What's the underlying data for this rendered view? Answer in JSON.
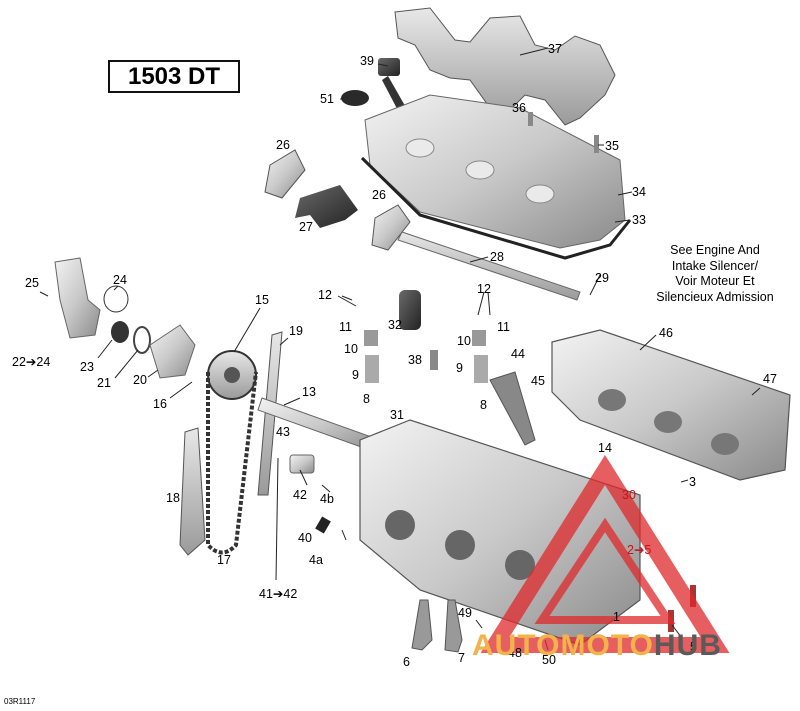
{
  "model": "1503 DT",
  "note": [
    "See Engine And",
    "Intake Silencer/",
    "Voir Moteur Et",
    "Silencieux Admission"
  ],
  "code": "03R1117",
  "watermark": {
    "part1": "AUTOMOTO",
    "part2": "HUB"
  },
  "labels": {
    "l37": "37",
    "l39": "39",
    "l51": "51",
    "l36": "36",
    "l35": "35",
    "l26a": "26",
    "l26b": "26",
    "l27": "27",
    "l34": "34",
    "l33": "33",
    "l28": "28",
    "l29": "29",
    "l25": "25",
    "l24": "24",
    "l22": "22➔24",
    "l23": "23",
    "l21": "21",
    "l20": "20",
    "l16": "16",
    "l15": "15",
    "l19": "19",
    "l12a": "12",
    "l12b": "12",
    "l11a": "11",
    "l11b": "11",
    "l32": "32",
    "l10a": "10",
    "l10b": "10",
    "l9a": "9",
    "l9b": "9",
    "l8a": "8",
    "l8b": "8",
    "l38": "38",
    "l44": "44",
    "l45": "45",
    "l31": "31",
    "l46": "46",
    "l47": "47",
    "l13": "13",
    "l43": "43",
    "l42": "42",
    "l4b": "4b",
    "l40": "40",
    "l4a": "4a",
    "l18": "18",
    "l17": "17",
    "l41": "41➔42",
    "l14": "14",
    "l30": "30",
    "l3": "3",
    "l2": "2➔5",
    "l1": "1",
    "l5": "5",
    "l49": "49",
    "l6": "6",
    "l7": "7",
    "l48": "48",
    "l50": "50"
  },
  "colors": {
    "label": "#000000",
    "highlight": "#c2141c",
    "watermark_red": "#e0292c",
    "watermark_orange": "#f2b34a",
    "watermark_grey": "#5a5a5a"
  }
}
